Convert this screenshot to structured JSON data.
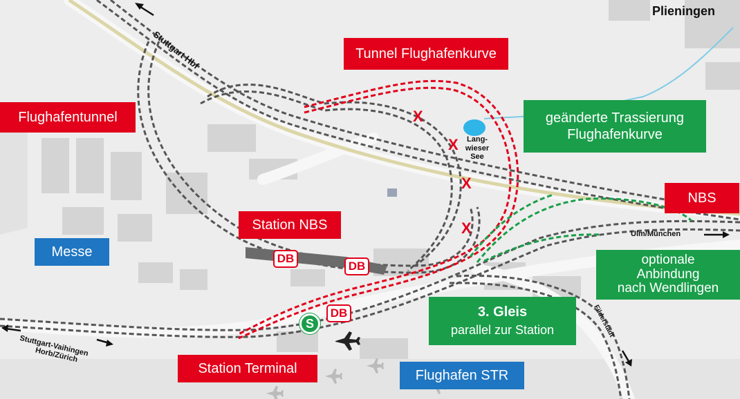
{
  "places": {
    "plieningen": "Plieningen",
    "lake": [
      "Lang-",
      "wieser",
      "See"
    ]
  },
  "directions": {
    "stuttgart_hbf": "Stuttgart Hbf",
    "ulm_muenchen": "Ulm/München",
    "vaihingen_line1": "Stuttgart-Vaihingen",
    "vaihingen_line2": "Horb/Zürich",
    "filderstadt": "Filderstadt"
  },
  "labels": {
    "tunnel_flughafenkurve": "Tunnel Flughafenkurve",
    "flughafentunnel": "Flughafentunnel",
    "trassierung_line1": "geänderte Trassierung",
    "trassierung_line2": "Flughafenkurve",
    "nbs": "NBS",
    "station_nbs": "Station NBS",
    "messe": "Messe",
    "optional_line1": "optionale",
    "optional_line2": "Anbindung",
    "optional_line3": "nach Wendlingen",
    "gleis_line1": "3. Gleis",
    "gleis_line2": "parallel zur Station",
    "station_terminal": "Station Terminal",
    "flughafen_str": "Flughafen STR"
  },
  "badges": {
    "db": "DB",
    "sbahn": "S"
  },
  "icons": {
    "airplane": "airplane-icon",
    "cross": "cross-mark-icon",
    "arrow": "arrow-icon"
  },
  "crossmarks": [
    "X",
    "X",
    "X",
    "X"
  ],
  "colors": {
    "red": "#e2001a",
    "green": "#1a9e4a",
    "blue": "#1f76c2",
    "track": "#555555"
  }
}
